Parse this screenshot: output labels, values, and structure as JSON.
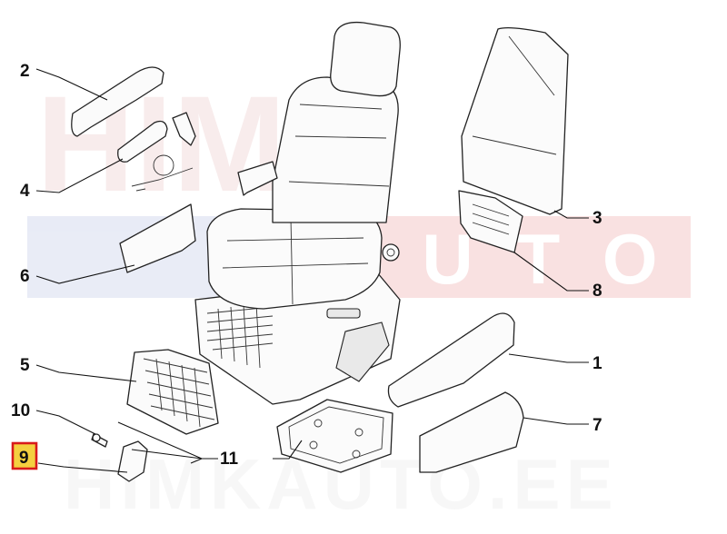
{
  "watermark": {
    "top_text": "HIMK",
    "band_text": "AUTO",
    "bottom_text": "HIMKAUTO.EE",
    "colors": {
      "red": "#e8464a",
      "blue": "#3b4fa0",
      "light": "#f2d4d4"
    }
  },
  "callouts": [
    {
      "id": "c1",
      "label": "1"
    },
    {
      "id": "c2",
      "label": "2"
    },
    {
      "id": "c3",
      "label": "3"
    },
    {
      "id": "c4",
      "label": "4"
    },
    {
      "id": "c5",
      "label": "5"
    },
    {
      "id": "c6",
      "label": "6"
    },
    {
      "id": "c7",
      "label": "7"
    },
    {
      "id": "c8",
      "label": "8"
    },
    {
      "id": "c9",
      "label": "9",
      "highlighted": true
    },
    {
      "id": "c10",
      "label": "10"
    },
    {
      "id": "c11",
      "label": "11"
    }
  ],
  "highlight_color": "#d81b1b",
  "highlight_fill": "#f4d03f"
}
